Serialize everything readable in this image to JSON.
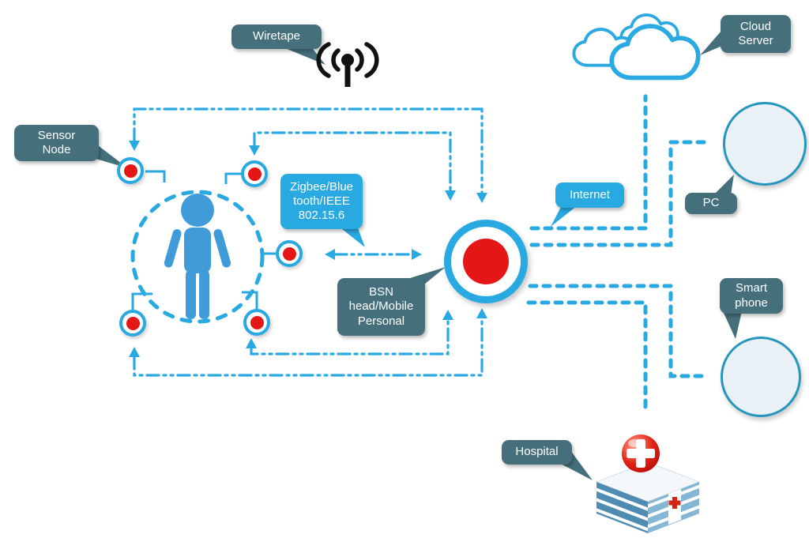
{
  "diagram": {
    "type": "bsn-network-architecture",
    "callouts": {
      "wiretape": {
        "text": "Wiretape",
        "style": "teal"
      },
      "sensor_node": {
        "text": "Sensor\nNode",
        "style": "teal"
      },
      "zigbee": {
        "text": "Zigbee/Blue\ntooth/IEEE\n802.15.6",
        "style": "blue"
      },
      "bsn_head": {
        "text": "BSN\nhead/Mobile\nPersonal",
        "style": "teal"
      },
      "internet": {
        "text": "Internet",
        "style": "blue"
      },
      "cloud_server": {
        "text": "Cloud\nServer",
        "style": "teal"
      },
      "pc": {
        "text": "PC",
        "style": "teal"
      },
      "smartphone": {
        "text": "Smart\nphone",
        "style": "teal"
      },
      "hospital": {
        "text": "Hospital",
        "style": "teal"
      }
    },
    "icons": [
      "wiretap-antenna-icon",
      "person-icon",
      "sensor-node-dot",
      "bsn-head-node",
      "cloud-icon",
      "pc-monitor-icon",
      "smartphone-icon",
      "hospital-building-icon"
    ],
    "colors": {
      "accent_blue": "#29A9E1",
      "callout_teal": "#45707B",
      "node_red": "#E41616",
      "person_blue": "#419BD9",
      "background": "#FFFFFF"
    }
  }
}
